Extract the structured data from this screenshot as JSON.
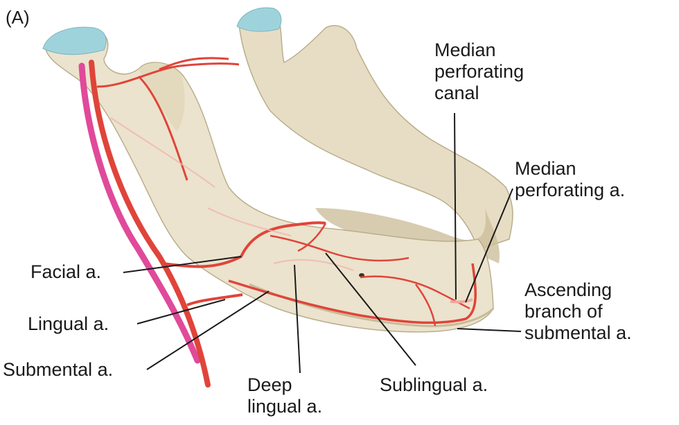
{
  "panel_label": "(A)",
  "labels": {
    "median_perforating_canal": [
      "Median",
      "perforating",
      "canal"
    ],
    "median_perforating_artery": [
      "Median",
      "perforating a."
    ],
    "ascending_branch": [
      "Ascending",
      "branch of",
      "submental a."
    ],
    "facial": [
      "Facial a."
    ],
    "lingual": [
      "Lingual a."
    ],
    "submental": [
      "Submental a."
    ],
    "deep_lingual": [
      "Deep",
      "lingual a."
    ],
    "sublingual": [
      "Sublingual a."
    ]
  },
  "colors": {
    "bone": "#ebe3cd",
    "bone_shadow": "#c8bb98",
    "cartilage": "#9fd3dc",
    "artery": "#e0443a",
    "vein": "#e04a9a",
    "leader_line": "#1a1a1a"
  }
}
